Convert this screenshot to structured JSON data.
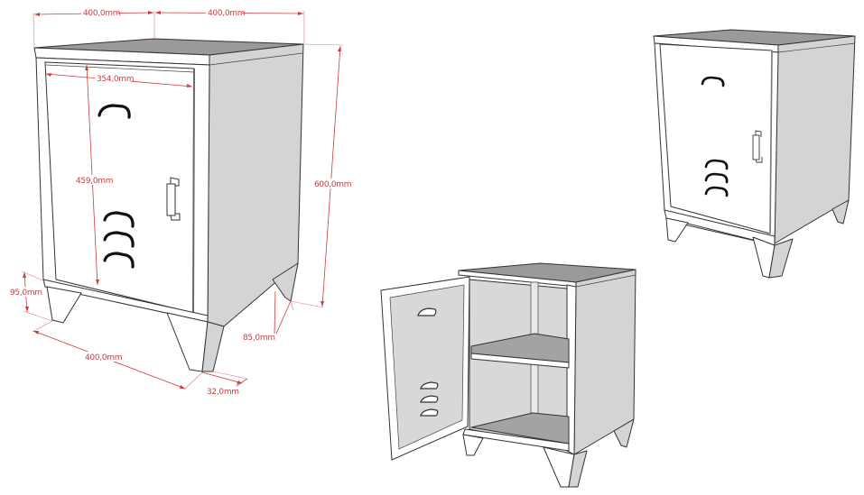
{
  "title": "Metal bedside locker cabinet – technical drawing with dimensions and views",
  "colors": {
    "dimension": "#d23a3a",
    "top_surface": "#9a9a9a",
    "side_panel": "#d4d4d4",
    "front_panel": "#ffffff",
    "inner_panel": "#d8d8d8",
    "shelf": "#a3a3a3",
    "edge": "#333333"
  },
  "views": [
    {
      "name": "dimensioned-view",
      "description": "Closed cabinet, front-left iso view with dimensions"
    },
    {
      "name": "open-door-view",
      "description": "Cabinet with door open showing one interior shelf"
    },
    {
      "name": "closed-view",
      "description": "Closed cabinet iso view"
    }
  ],
  "dimensions": {
    "width_top_left": "400,0mm",
    "depth_top_right": "400,0mm",
    "door_width": "354,0mm",
    "door_height": "459,0mm",
    "total_height": "600,0mm",
    "leg_height_front": "95,0mm",
    "leg_height_side": "85,0mm",
    "width_bottom": "400,0mm",
    "leg_width": "32,0mm"
  }
}
